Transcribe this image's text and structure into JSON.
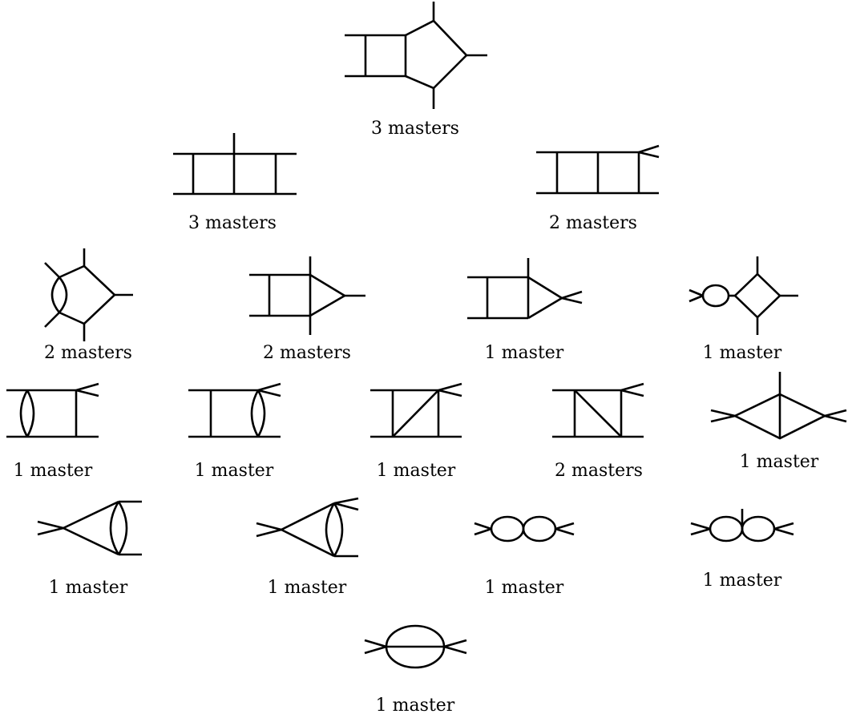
{
  "diagrams": [
    {
      "name": "double-box-pentagon",
      "label": "3 masters"
    },
    {
      "name": "double-box-mid-leg",
      "label": "3 masters"
    },
    {
      "name": "triple-ladder",
      "label": "2 masters"
    },
    {
      "name": "pentagon-bubble",
      "label": "2 masters"
    },
    {
      "name": "box-triangle",
      "label": "2 masters"
    },
    {
      "name": "box-triangle-split",
      "label": "1 master"
    },
    {
      "name": "bubble-diamond",
      "label": "1 master"
    },
    {
      "name": "box-left-bubble",
      "label": "1 master"
    },
    {
      "name": "box-right-bubble",
      "label": "1 master"
    },
    {
      "name": "box-diagonal-up",
      "label": "1 master"
    },
    {
      "name": "box-diagonal-down",
      "label": "2 masters"
    },
    {
      "name": "diamond-cross",
      "label": "1 master"
    },
    {
      "name": "triangle-bubble",
      "label": "1 master"
    },
    {
      "name": "triangle-bubble-split",
      "label": "1 master"
    },
    {
      "name": "double-bubble",
      "label": "1 master"
    },
    {
      "name": "double-bubble-leg",
      "label": "1 master"
    },
    {
      "name": "sunset",
      "label": "1 master"
    }
  ]
}
